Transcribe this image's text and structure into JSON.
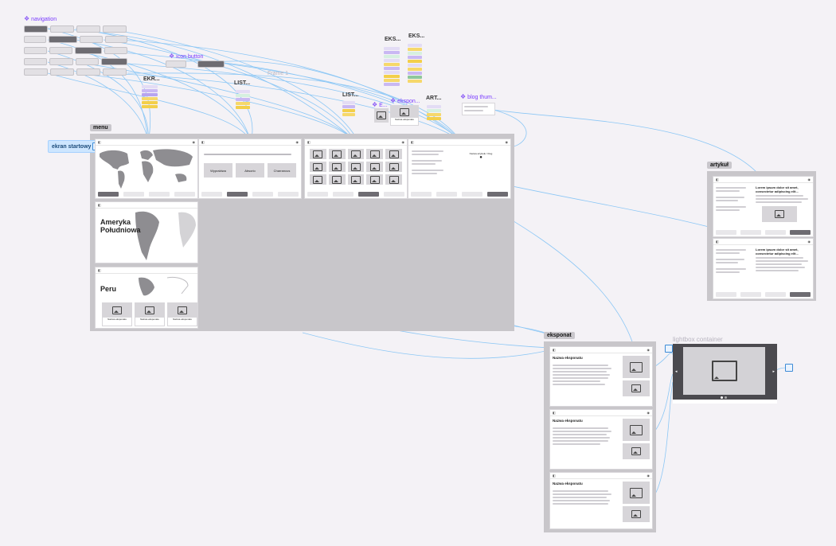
{
  "canvas": {
    "navigation_label": "navigation",
    "icon_button_label": "icon button",
    "frame_ghost_label": "Frame 1",
    "lightbox_label": "lightbox container",
    "blog_thumb_label": "blog thum...",
    "eksponat_comp_label": "ekspon...",
    "eks_comp_label": "E...",
    "ekr_label": "EKR...",
    "list_label_1": "LIST...",
    "list_label_2": "LIST...",
    "eks_label_1": "EKS...",
    "eks_label_2": "EKS...",
    "art_label": "ART...",
    "sections": {
      "menu": "menu",
      "ekran_startowy": "ekran startowy",
      "artykul": "artykuł",
      "eksponat": "eksponat"
    }
  },
  "screens": {
    "map_america_title": "Ameryka Południowa",
    "peru_title": "Peru",
    "exhibit_caption": "Nazwa eksponatu",
    "exhibit_caption_short": "Nazwa eksponatu",
    "list_cards": [
      "Wypraktwa",
      "Absorio",
      "Charrancus"
    ],
    "article_title_1": "Lorem ipsum dolor sit amet, consectetur adipiscing elit...",
    "article_title_2": "Lorem ipsum dolor sit amet, consectetur adipiscing elit...",
    "exhibit_title": "Nazwa eksponatu",
    "blog_header": "Nazwa artykułu / blog"
  },
  "colors": {
    "wire": "#8cc7f5",
    "section": "#c8c6ca",
    "accent": "#8b5cf6",
    "canvas": "#f4f2f6"
  }
}
